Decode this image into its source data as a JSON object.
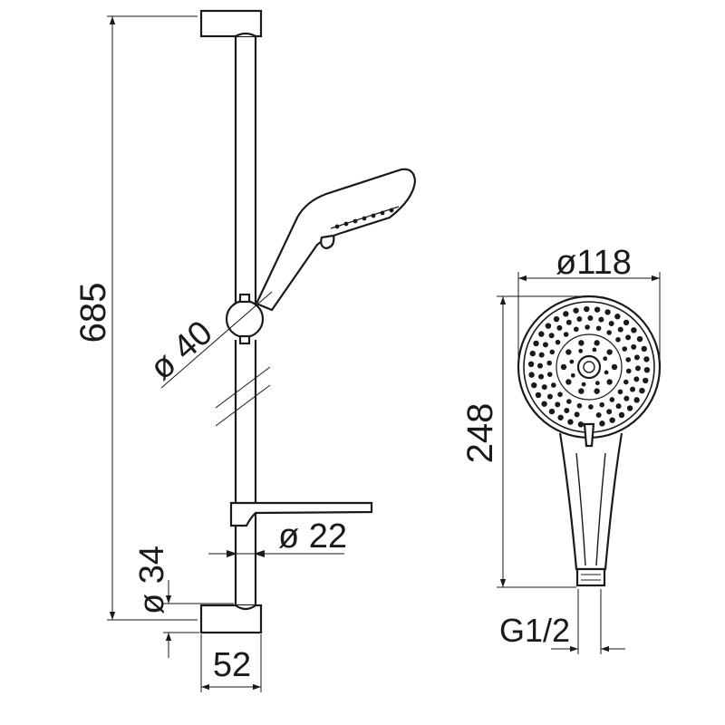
{
  "dimensions": {
    "total_height": "685",
    "bracket_diameter": "ø 40",
    "bar_diameter": "ø 22",
    "base_diameter": "ø 34",
    "base_width": "52",
    "head_diameter": "ø118",
    "handshower_length": "248",
    "connection_thread": "G1/2"
  },
  "colors": {
    "line": "#1a1a1a",
    "background": "#ffffff"
  }
}
